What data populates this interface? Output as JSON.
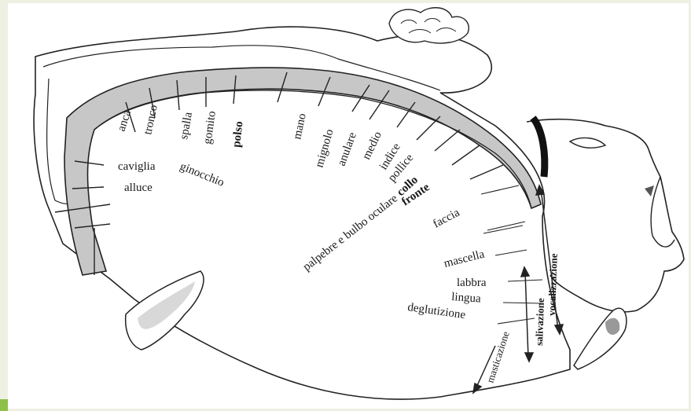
{
  "diagram": {
    "homunculus_labels": {
      "anca": "anca",
      "tronco": "tronco",
      "spalla": "spalla",
      "gomito": "gomito",
      "polso": "polso",
      "mano": "mano",
      "mignolo": "mignolo",
      "anulare": "anulare",
      "medio": "medio",
      "indice": "indice",
      "pollice": "pollice",
      "collo": "collo",
      "fronte": "fronte",
      "palpebre": "palpebre e bulbo oculare",
      "faccia": "faccia",
      "mascella": "mascella",
      "labbra": "labbra",
      "lingua": "lingua",
      "deglutizione": "deglutizione",
      "caviglia": "caviglia",
      "alluce": "alluce",
      "ginocchio": "ginocchio"
    },
    "arrow_labels": {
      "vocalizzazione": "vocalizzazione",
      "salivazione": "salivazione",
      "masticazione": "masticazione"
    }
  },
  "colors": {
    "background": "#eef0e2",
    "paper": "#ffffff",
    "ink": "#1a1a1a",
    "cortex_shade": "#c7c7c7",
    "accent_green": "#8fc04a"
  }
}
